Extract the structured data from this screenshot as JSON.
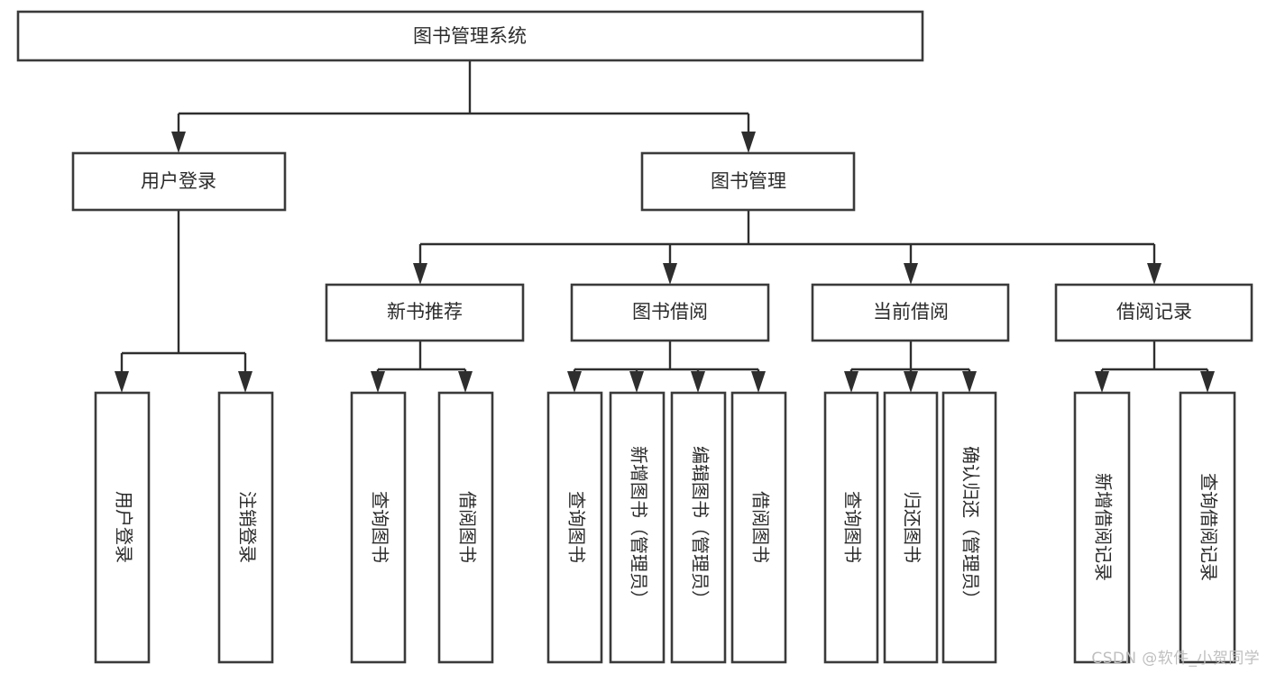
{
  "diagram": {
    "title": "图书管理系统",
    "type": "tree-hierarchy-chart",
    "root": {
      "id": "root",
      "label": "图书管理系统"
    },
    "level2": [
      {
        "id": "user-login",
        "label": "用户登录"
      },
      {
        "id": "book-management",
        "label": "图书管理"
      }
    ],
    "level3": [
      {
        "id": "new-book-recommend",
        "label": "新书推荐",
        "parent": "book-management"
      },
      {
        "id": "book-borrow",
        "label": "图书借阅",
        "parent": "book-management"
      },
      {
        "id": "current-borrow",
        "label": "当前借阅",
        "parent": "book-management"
      },
      {
        "id": "borrow-record",
        "label": "借阅记录",
        "parent": "book-management"
      }
    ],
    "leaves": {
      "user-login": [
        {
          "id": "leaf-user-login",
          "label": "用户登录"
        },
        {
          "id": "leaf-logout-login",
          "label": "注销登录"
        }
      ],
      "new-book-recommend": [
        {
          "id": "leaf-query-book-1",
          "label": "查询图书"
        },
        {
          "id": "leaf-borrow-book-1",
          "label": "借阅图书"
        }
      ],
      "book-borrow": [
        {
          "id": "leaf-query-book-2",
          "label": "查询图书"
        },
        {
          "id": "leaf-add-book",
          "label": "新增图书（管理员）"
        },
        {
          "id": "leaf-edit-book",
          "label": "编辑图书（管理员）"
        },
        {
          "id": "leaf-borrow-book-2",
          "label": "借阅图书"
        }
      ],
      "current-borrow": [
        {
          "id": "leaf-query-book-3",
          "label": "查询图书"
        },
        {
          "id": "leaf-return-book",
          "label": "归还图书"
        },
        {
          "id": "leaf-confirm-return",
          "label": "确认归还（管理员）"
        }
      ],
      "borrow-record": [
        {
          "id": "leaf-add-record",
          "label": "新增借阅记录"
        },
        {
          "id": "leaf-query-record",
          "label": "查询借阅记录"
        }
      ]
    }
  },
  "watermark": {
    "text": "CSDN @软件_小贺同学"
  },
  "colors": {
    "box_stroke": "#3a3a3a",
    "box_fill": "#ffffff",
    "connector": "#2e2e2e",
    "text": "#2b2b2b",
    "watermark": "#bfbfbf",
    "background": "#ffffff"
  }
}
